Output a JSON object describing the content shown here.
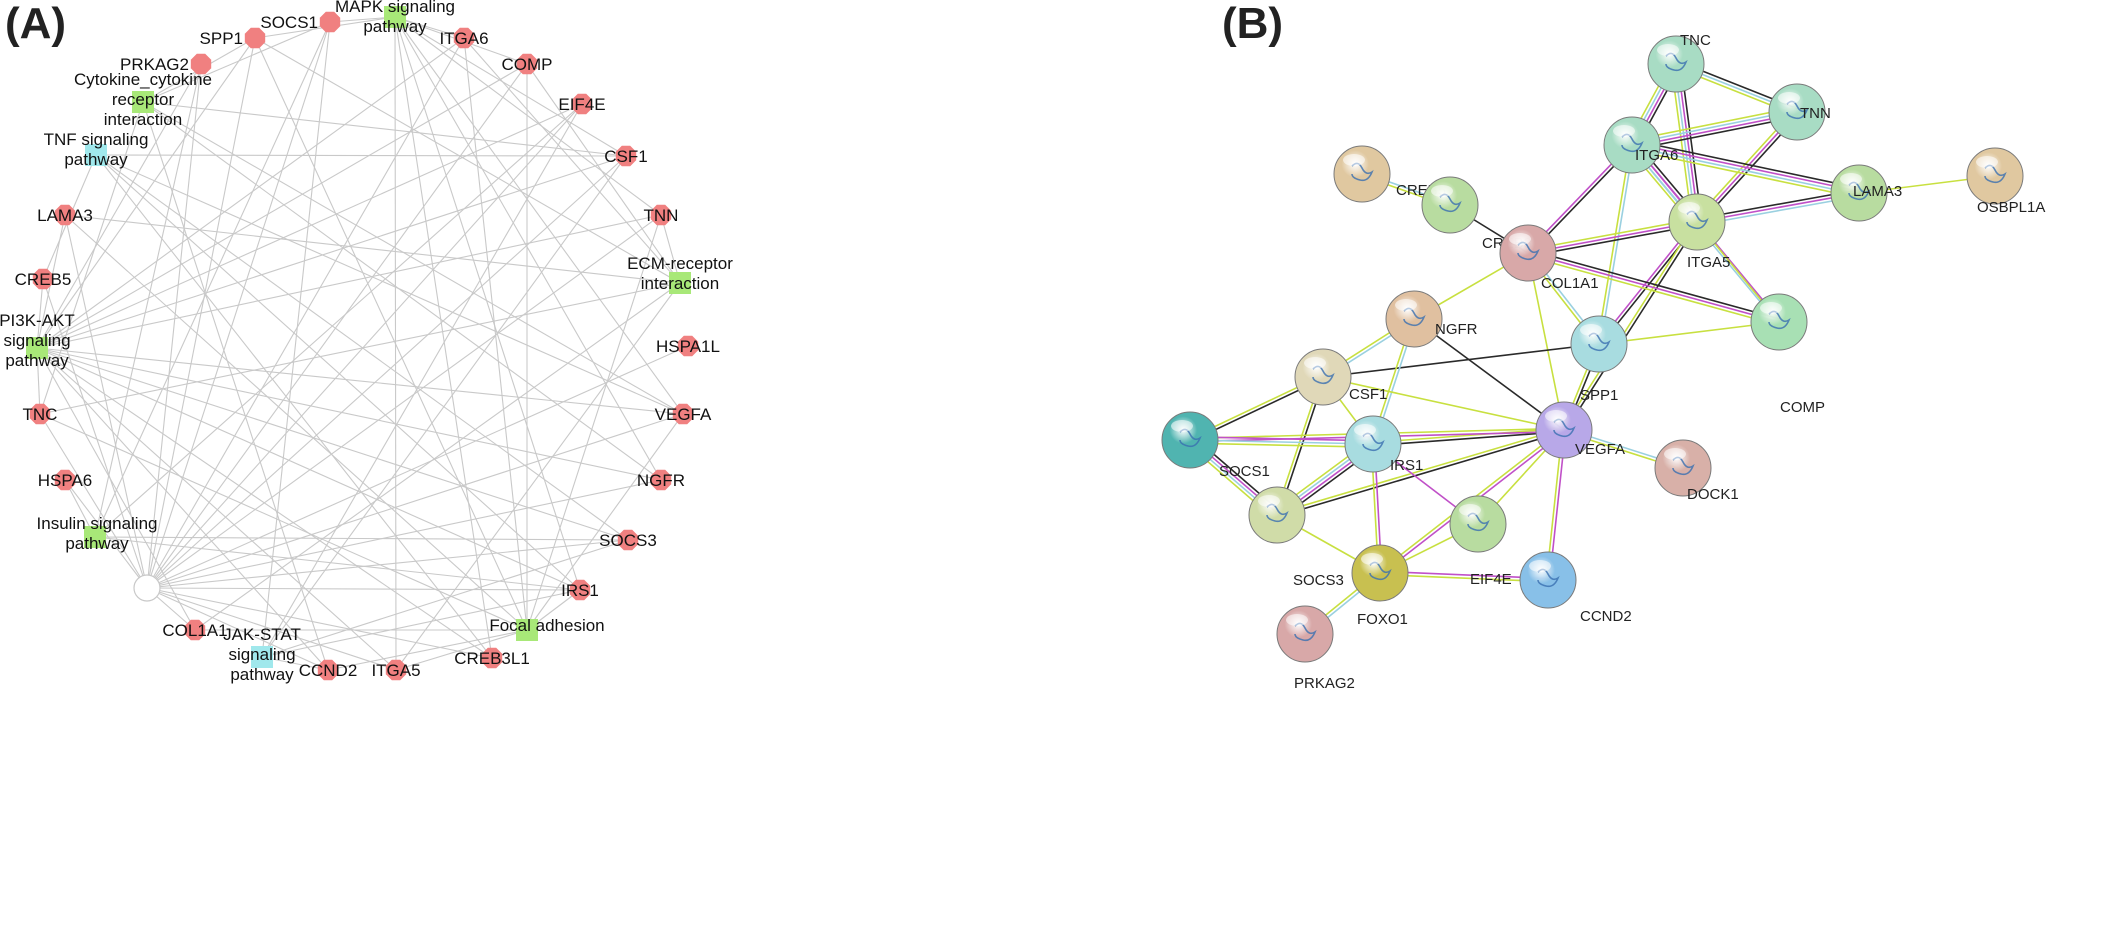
{
  "panels": {
    "a_label": "(A)",
    "b_label": "(B)"
  },
  "colors": {
    "gene_node": "#f08080",
    "pathway_green": "#a8e878",
    "pathway_cyan": "#a0e8ec",
    "hub_node": "#ffffff",
    "edge_a": "#c9c9c9"
  },
  "network_a": {
    "genes": [
      {
        "id": "SOCS1",
        "label": "SOCS1"
      },
      {
        "id": "SPP1",
        "label": "SPP1"
      },
      {
        "id": "ITGA6",
        "label": "ITGA6"
      },
      {
        "id": "PRKAG2",
        "label": "PRKAG2"
      },
      {
        "id": "COMP",
        "label": "COMP"
      },
      {
        "id": "EIF4E",
        "label": "EIF4E"
      },
      {
        "id": "CSF1",
        "label": "CSF1"
      },
      {
        "id": "TNN",
        "label": "TNN"
      },
      {
        "id": "LAMA3",
        "label": "LAMA3"
      },
      {
        "id": "CREB5",
        "label": "CREB5"
      },
      {
        "id": "HSPA1L",
        "label": "HSPA1L"
      },
      {
        "id": "TNC",
        "label": "TNC"
      },
      {
        "id": "VEGFA",
        "label": "VEGFA"
      },
      {
        "id": "HSPA6",
        "label": "HSPA6"
      },
      {
        "id": "NGFR",
        "label": "NGFR"
      },
      {
        "id": "SOCS3",
        "label": "SOCS3"
      },
      {
        "id": "IRS1",
        "label": "IRS1"
      },
      {
        "id": "COL1A1",
        "label": "COL1A1"
      },
      {
        "id": "CCND2",
        "label": "CCND2"
      },
      {
        "id": "ITGA5",
        "label": "ITGA5"
      },
      {
        "id": "CREB3L1",
        "label": "CREB3L1"
      }
    ],
    "pathways": [
      {
        "id": "MAPK",
        "lines": [
          "MAPK signaling",
          "pathway"
        ],
        "color": "green"
      },
      {
        "id": "CYTO",
        "lines": [
          "Cytokine_cytokine",
          "receptor",
          "interaction"
        ],
        "color": "green"
      },
      {
        "id": "TNF",
        "lines": [
          "TNF signaling",
          "pathway"
        ],
        "color": "cyan"
      },
      {
        "id": "ECM",
        "lines": [
          "ECM-receptor",
          "interaction"
        ],
        "color": "green"
      },
      {
        "id": "PI3K",
        "lines": [
          "PI3K-AKT",
          "signaling",
          "pathway"
        ],
        "color": "green"
      },
      {
        "id": "INS",
        "lines": [
          "Insulin signaling",
          "pathway"
        ],
        "color": "green"
      },
      {
        "id": "FOCAL",
        "lines": [
          "Focal adhesion"
        ],
        "color": "green"
      },
      {
        "id": "JAK",
        "lines": [
          "JAK-STAT",
          "signaling",
          "pathway"
        ],
        "color": "cyan"
      }
    ],
    "hub": {
      "id": "HUB",
      "label": ""
    }
  },
  "network_b": {
    "proteins": [
      {
        "id": "TNC",
        "label": "TNC",
        "color": "#a8dcc4"
      },
      {
        "id": "TNN",
        "label": "TNN",
        "color": "#a8dcc4"
      },
      {
        "id": "ITGA6",
        "label": "ITGA6",
        "color": "#a8dcc4"
      },
      {
        "id": "CREB5",
        "label": "CREB5",
        "color": "#e0c8a0"
      },
      {
        "id": "CREB3L1",
        "label": "CREB3L1",
        "color": "#b8dca0"
      },
      {
        "id": "LAMA3",
        "label": "LAMA3",
        "color": "#b8dca0"
      },
      {
        "id": "OSBPL1A",
        "label": "OSBPL1A",
        "color": "#e0c8a0"
      },
      {
        "id": "ITGA5",
        "label": "ITGA5",
        "color": "#c8e0a0"
      },
      {
        "id": "COL1A1",
        "label": "COL1A1",
        "color": "#d8a8a8"
      },
      {
        "id": "NGFR",
        "label": "NGFR",
        "color": "#e0c0a0"
      },
      {
        "id": "COMP",
        "label": "COMP",
        "color": "#a8e0b4"
      },
      {
        "id": "SPP1",
        "label": "SPP1",
        "color": "#a8dce0"
      },
      {
        "id": "CSF1",
        "label": "CSF1",
        "color": "#e0d8b8"
      },
      {
        "id": "VEGFA",
        "label": "VEGFA",
        "color": "#b8a8e8"
      },
      {
        "id": "SOCS1",
        "label": "SOCS1",
        "color": "#50b4b0"
      },
      {
        "id": "IRS1",
        "label": "IRS1",
        "color": "#a8dce0"
      },
      {
        "id": "DOCK1",
        "label": "DOCK1",
        "color": "#d8b0a8"
      },
      {
        "id": "SOCS3",
        "label": "SOCS3",
        "color": "#d0dca8"
      },
      {
        "id": "EIF4E",
        "label": "EIF4E",
        "color": "#b8dca0"
      },
      {
        "id": "FOXO1",
        "label": "FOXO1",
        "color": "#c8c050"
      },
      {
        "id": "CCND2",
        "label": "CCND2",
        "color": "#88c0e8"
      },
      {
        "id": "PRKAG2",
        "label": "PRKAG2",
        "color": "#d8a8a8"
      }
    ]
  }
}
